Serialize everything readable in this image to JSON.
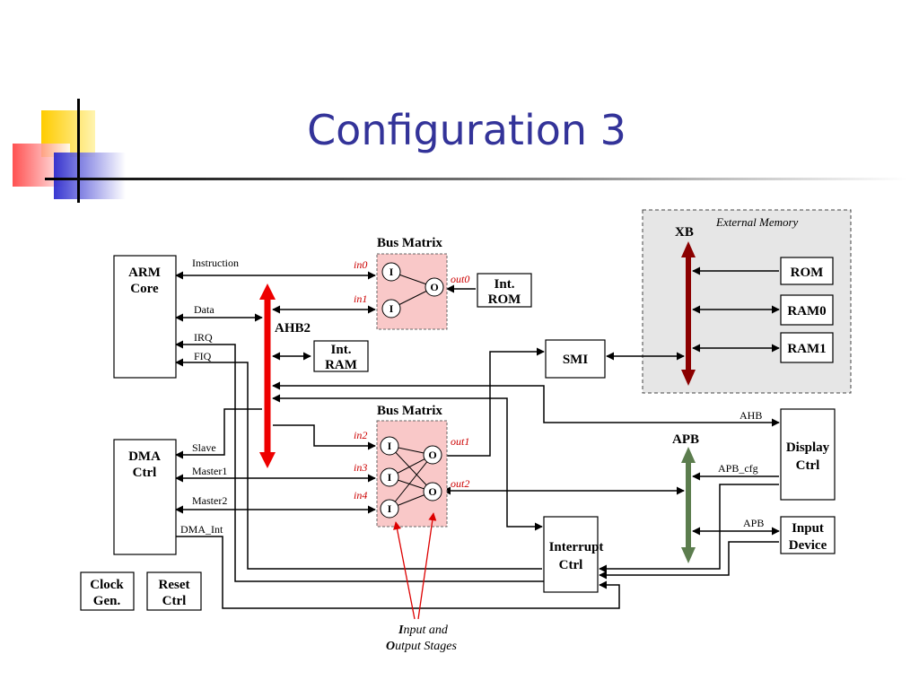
{
  "title": "Configuration 3",
  "colors": {
    "title": "#333399",
    "ahb_bus": "#ee0000",
    "xb_bus": "#8b0000",
    "apb_bus": "#5c7d4e",
    "bus_matrix_fill": "#f9c8c8",
    "external_memory_fill": "#e6e6e6",
    "annotation": "#cc0000"
  },
  "blocks": {
    "arm_core": [
      "ARM",
      "Core"
    ],
    "dma_ctrl": [
      "DMA",
      "Ctrl"
    ],
    "clock_gen": [
      "Clock",
      "Gen."
    ],
    "reset_ctrl": [
      "Reset",
      "Ctrl"
    ],
    "int_rom": [
      "Int.",
      "ROM"
    ],
    "int_ram": [
      "Int.",
      "RAM"
    ],
    "smi": "SMI",
    "rom": "ROM",
    "ram0": "RAM0",
    "ram1": "RAM1",
    "display_ctrl": [
      "Display",
      "Ctrl"
    ],
    "input_device": [
      "Input",
      "Device"
    ],
    "interrupt_ctrl": [
      "Interrupt",
      "Ctrl"
    ]
  },
  "buses": {
    "ahb2": "AHB2",
    "xb": "XB",
    "apb": "APB"
  },
  "external_memory": "External Memory",
  "bus_matrix_top": {
    "label": "Bus Matrix",
    "inputs": [
      "in0",
      "in1"
    ],
    "outputs": [
      "out0"
    ],
    "node_in": "I",
    "node_out": "O"
  },
  "bus_matrix_bottom": {
    "label": "Bus Matrix",
    "inputs": [
      "in2",
      "in3",
      "in4"
    ],
    "outputs": [
      "out1",
      "out2"
    ],
    "node_in": "I",
    "node_out": "O"
  },
  "signals": {
    "instruction": "Instruction",
    "data": "Data",
    "irq": "IRQ",
    "fiq": "FIQ",
    "slave": "Slave",
    "master1": "Master1",
    "master2": "Master2",
    "dma_int": "DMA_Int",
    "ahb": "AHB",
    "apb_cfg": "APB_cfg",
    "apb": "APB"
  },
  "annotation": {
    "line1_first": "I",
    "line1_rest": "nput and",
    "line2_first": "O",
    "line2_rest": "utput Stages"
  }
}
